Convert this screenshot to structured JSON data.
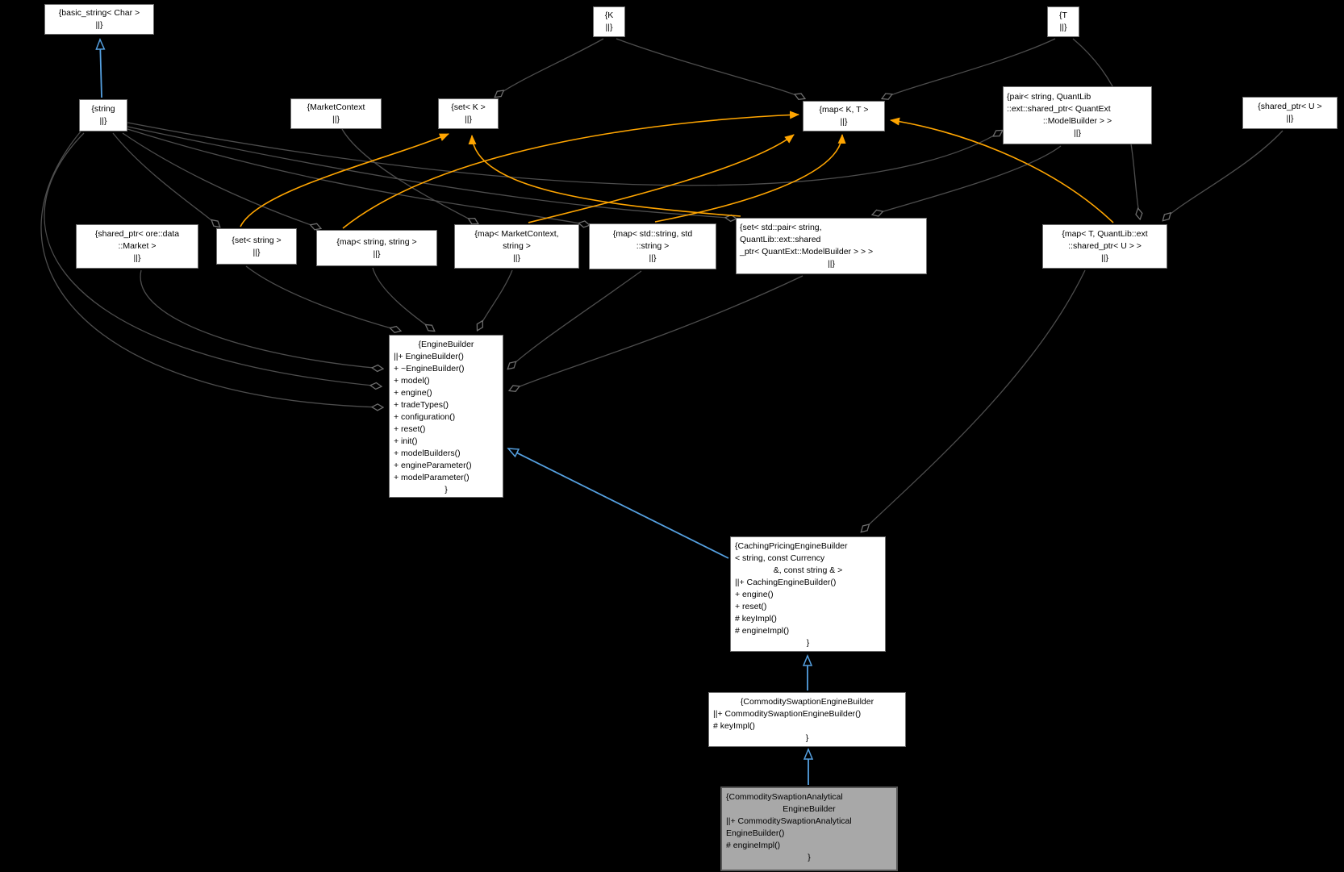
{
  "diagram": {
    "title": "CommoditySwaptionAnalyticalEngineBuilder collaboration graph",
    "colors": {
      "background": "#000000",
      "node_fill": "#ffffff",
      "node_border": "#6e6e6e",
      "selected_node_fill": "#a8a8a8",
      "aggregation_edge": "#4d4d4d",
      "template_edge": "#ffa500",
      "inheritance_edge": "#55a0e0",
      "text": "#000000"
    },
    "nodes": {
      "basicString": {
        "lines": [
          {
            "t": "{basic_string< Char >",
            "c": true
          },
          {
            "t": "||}",
            "c": true
          }
        ]
      },
      "k": {
        "lines": [
          {
            "t": "{K",
            "c": true
          },
          {
            "t": "||}",
            "c": true
          }
        ]
      },
      "t": {
        "lines": [
          {
            "t": "{T",
            "c": true
          },
          {
            "t": "||}",
            "c": true
          }
        ]
      },
      "string": {
        "lines": [
          {
            "t": "{string",
            "c": true
          },
          {
            "t": "||}",
            "c": true
          }
        ]
      },
      "marketContext": {
        "lines": [
          {
            "t": "{MarketContext",
            "c": true
          },
          {
            "t": "||}",
            "c": true
          }
        ]
      },
      "setK": {
        "lines": [
          {
            "t": "{set< K >",
            "c": true
          },
          {
            "t": "||}",
            "c": true
          }
        ]
      },
      "mapKT": {
        "lines": [
          {
            "t": "{map< K, T >",
            "c": true
          },
          {
            "t": "||}",
            "c": true
          }
        ]
      },
      "pair": {
        "lines": [
          {
            "t": "{pair< string, QuantLib",
            "c": false
          },
          {
            "t": "::ext::shared_ptr< QuantExt",
            "c": false
          },
          {
            "t": "::ModelBuilder > >",
            "c": true
          },
          {
            "t": "||}",
            "c": true
          }
        ]
      },
      "sharedPtrU": {
        "lines": [
          {
            "t": "{shared_ptr< U >",
            "c": true
          },
          {
            "t": "||}",
            "c": true
          }
        ]
      },
      "sharedPtrMarket": {
        "lines": [
          {
            "t": "{shared_ptr< ore::data",
            "c": true
          },
          {
            "t": "::Market >",
            "c": true
          },
          {
            "t": "||}",
            "c": true
          }
        ]
      },
      "setString": {
        "lines": [
          {
            "t": "{set< string >",
            "c": true
          },
          {
            "t": "||}",
            "c": true
          }
        ]
      },
      "mapStringString": {
        "lines": [
          {
            "t": "{map< string, string >",
            "c": true
          },
          {
            "t": "||}",
            "c": true
          }
        ]
      },
      "mapMarketContext": {
        "lines": [
          {
            "t": "{map< MarketContext,",
            "c": true
          },
          {
            "t": "string >",
            "c": true
          },
          {
            "t": "||}",
            "c": true
          }
        ]
      },
      "mapStdString": {
        "lines": [
          {
            "t": "{map< std::string, std",
            "c": true
          },
          {
            "t": "::string >",
            "c": true
          },
          {
            "t": "||}",
            "c": true
          }
        ]
      },
      "setPair": {
        "lines": [
          {
            "t": "{set< std::pair< string,",
            "c": false
          },
          {
            "t": " QuantLib::ext::shared",
            "c": false
          },
          {
            "t": "_ptr< QuantExt::ModelBuilder > > >",
            "c": false
          },
          {
            "t": "||}",
            "c": true
          }
        ]
      },
      "mapTU": {
        "lines": [
          {
            "t": "{map< T, QuantLib::ext",
            "c": true
          },
          {
            "t": "::shared_ptr< U > >",
            "c": true
          },
          {
            "t": "||}",
            "c": true
          }
        ]
      },
      "engineBuilder": {
        "lines": [
          {
            "t": "{EngineBuilder",
            "c": true
          },
          {
            "t": "||+ EngineBuilder()",
            "c": false
          },
          {
            "t": "+ ~EngineBuilder()",
            "c": false
          },
          {
            "t": "+ model()",
            "c": false
          },
          {
            "t": "+ engine()",
            "c": false
          },
          {
            "t": "+ tradeTypes()",
            "c": false
          },
          {
            "t": "+ configuration()",
            "c": false
          },
          {
            "t": "+ reset()",
            "c": false
          },
          {
            "t": "+ init()",
            "c": false
          },
          {
            "t": "+ modelBuilders()",
            "c": false
          },
          {
            "t": "+ engineParameter()",
            "c": false
          },
          {
            "t": "+ modelParameter()",
            "c": false
          },
          {
            "t": "}",
            "c": true
          }
        ]
      },
      "cachingPricing": {
        "lines": [
          {
            "t": "{CachingPricingEngineBuilder",
            "c": false
          },
          {
            "t": "< string, const Currency",
            "c": false
          },
          {
            "t": "&, const string & >",
            "c": true
          },
          {
            "t": "||+ CachingEngineBuilder()",
            "c": false
          },
          {
            "t": "+ engine()",
            "c": false
          },
          {
            "t": "+ reset()",
            "c": false
          },
          {
            "t": "# keyImpl()",
            "c": false
          },
          {
            "t": "# engineImpl()",
            "c": false
          },
          {
            "t": "}",
            "c": true
          }
        ]
      },
      "commoditySwaption": {
        "lines": [
          {
            "t": "{CommoditySwaptionEngineBuilder",
            "c": true
          },
          {
            "t": "||+ CommoditySwaptionEngineBuilder()",
            "c": false
          },
          {
            "t": "# keyImpl()",
            "c": false
          },
          {
            "t": "}",
            "c": true
          }
        ]
      },
      "commoditySwaptionAnalytical": {
        "lines": [
          {
            "t": "{CommoditySwaptionAnalytical",
            "c": false
          },
          {
            "t": "EngineBuilder",
            "c": true
          },
          {
            "t": "||+ CommoditySwaptionAnalytical",
            "c": false
          },
          {
            "t": "EngineBuilder()",
            "c": false
          },
          {
            "t": "# engineImpl()",
            "c": false
          },
          {
            "t": "}",
            "c": true
          }
        ]
      }
    }
  }
}
